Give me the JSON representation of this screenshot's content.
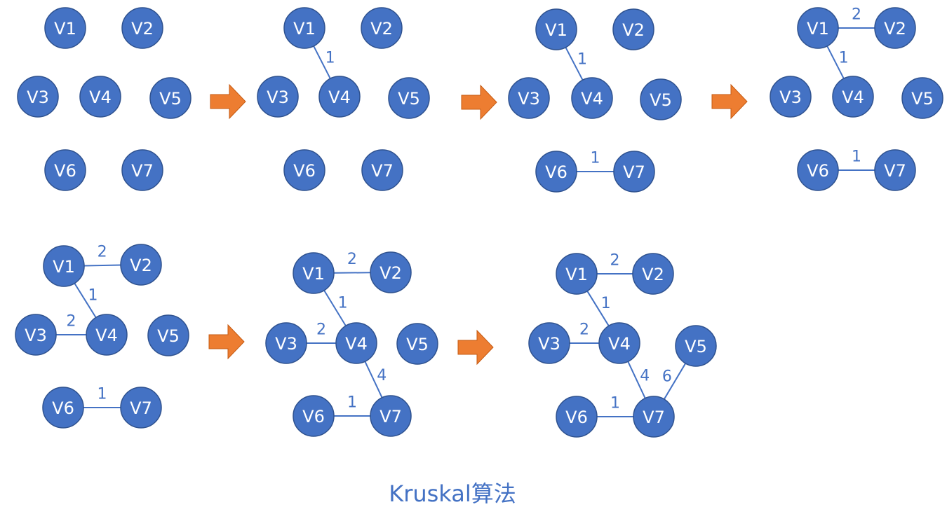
{
  "caption": "Kruskal算法",
  "colors": {
    "node_fill": "#4472c4",
    "node_stroke": "#2f528f",
    "edge": "#4472c4",
    "arrow": "#ed7d31"
  },
  "node_labels": [
    "V1",
    "V2",
    "V3",
    "V4",
    "V5",
    "V6",
    "V7"
  ],
  "steps": [
    {
      "edges": []
    },
    {
      "edges": [
        {
          "from": "V1",
          "to": "V4",
          "weight": "1"
        }
      ]
    },
    {
      "edges": [
        {
          "from": "V1",
          "to": "V4",
          "weight": "1"
        },
        {
          "from": "V6",
          "to": "V7",
          "weight": "1"
        }
      ]
    },
    {
      "edges": [
        {
          "from": "V1",
          "to": "V2",
          "weight": "2"
        },
        {
          "from": "V1",
          "to": "V4",
          "weight": "1"
        },
        {
          "from": "V6",
          "to": "V7",
          "weight": "1"
        }
      ]
    },
    {
      "edges": [
        {
          "from": "V1",
          "to": "V2",
          "weight": "2"
        },
        {
          "from": "V1",
          "to": "V4",
          "weight": "1"
        },
        {
          "from": "V3",
          "to": "V4",
          "weight": "2"
        },
        {
          "from": "V6",
          "to": "V7",
          "weight": "1"
        }
      ]
    },
    {
      "edges": [
        {
          "from": "V1",
          "to": "V2",
          "weight": "2"
        },
        {
          "from": "V1",
          "to": "V4",
          "weight": "1"
        },
        {
          "from": "V3",
          "to": "V4",
          "weight": "2"
        },
        {
          "from": "V4",
          "to": "V7",
          "weight": "4"
        },
        {
          "from": "V6",
          "to": "V7",
          "weight": "1"
        }
      ]
    },
    {
      "edges": [
        {
          "from": "V1",
          "to": "V2",
          "weight": "2"
        },
        {
          "from": "V1",
          "to": "V4",
          "weight": "1"
        },
        {
          "from": "V3",
          "to": "V4",
          "weight": "2"
        },
        {
          "from": "V4",
          "to": "V7",
          "weight": "4"
        },
        {
          "from": "V6",
          "to": "V7",
          "weight": "1"
        },
        {
          "from": "V5",
          "to": "V7",
          "weight": "6"
        }
      ]
    }
  ]
}
